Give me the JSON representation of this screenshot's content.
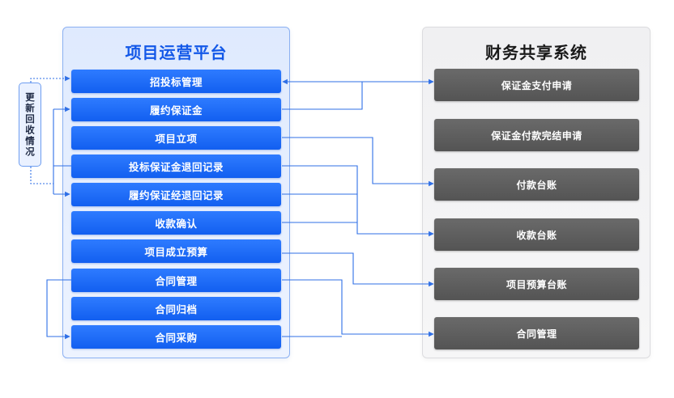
{
  "left_panel": {
    "title": "项目运营平台",
    "items": [
      "招投标管理",
      "履约保证金",
      "项目立项",
      "投标保证金退回记录",
      "履约保证经退回记录",
      "收款确认",
      "项目成立预算",
      "合同管理",
      "合同归档",
      "合同采购"
    ]
  },
  "right_panel": {
    "title": "财务共享系统",
    "items": [
      "保证金支付申请",
      "保证金付款完结申请",
      "付款台账",
      "收款台账",
      "项目预算台账",
      "合同管理"
    ]
  },
  "side_note": "更新回收情况",
  "colors": {
    "accent_blue": "#1358e8",
    "item_blue": "#1f6bff",
    "sys_gray": "#5f5f5f",
    "line_blue": "#2f6fe6"
  }
}
